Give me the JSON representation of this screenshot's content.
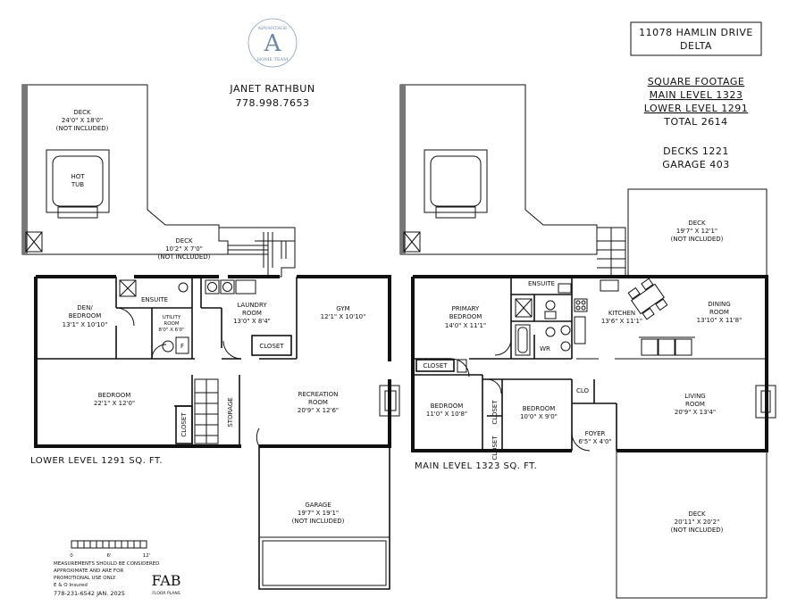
{
  "header": {
    "agent_name": "JANET RATHBUN",
    "agent_phone": "778.998.7653",
    "address_line1": "11078 HAMLIN DRIVE",
    "address_line2": "DELTA"
  },
  "footage": {
    "heading": "SQUARE FOOTAGE",
    "main": "MAIN LEVEL 1323",
    "lower": "LOWER LEVEL 1291",
    "total": "TOTAL 2614",
    "decks": "DECKS 1221",
    "garage": "GARAGE 403"
  },
  "logo": {
    "letter": "A",
    "top_text": "ADVANTAGE",
    "bottom_text": "HOME TEAM"
  },
  "lower_level": {
    "caption": "LOWER LEVEL 1291 SQ. FT.",
    "rooms": {
      "deck_big": {
        "name": "DECK",
        "dims": "24'0\" X 18'0\"",
        "note": "(NOT INCLUDED)"
      },
      "hot_tub": {
        "line1": "HOT",
        "line2": "TUB"
      },
      "deck_small": {
        "name": "DECK",
        "dims": "10'2\" X 7'0\"",
        "note": "(NOT INCLUDED)"
      },
      "den": {
        "line1": "DEN/",
        "line2": "BEDROOM",
        "dims": "13'1\" X 10'10\""
      },
      "ensuite": "ENSUITE",
      "utility": {
        "line1": "UTILITY",
        "line2": "ROOM",
        "dims": "8'0\" X 6'0\""
      },
      "utility_f": "F",
      "laundry": {
        "name": "LAUNDRY",
        "line2": "ROOM",
        "dims": "13'0\" X 8'4\""
      },
      "closet": "CLOSET",
      "gym": {
        "name": "GYM",
        "dims": "12'1\" X 10'10\""
      },
      "bedroom": {
        "name": "BEDROOM",
        "dims": "22'1\" X 12'0\""
      },
      "closet_v": "CLOSET",
      "storage": "STORAGE",
      "recreation": {
        "name": "RECREATION",
        "line2": "ROOM",
        "dims": "20'9\" X 12'6\""
      },
      "garage": {
        "name": "GARAGE",
        "dims": "19'7\" X 19'1\"",
        "note": "(NOT INCLUDED)"
      }
    }
  },
  "main_level": {
    "caption": "MAIN LEVEL 1323 SQ. FT.",
    "rooms": {
      "deck_top": {
        "name": "DECK",
        "dims": "19'7\" X 12'1\"",
        "note": "(NOT INCLUDED)"
      },
      "primary": {
        "line1": "PRIMARY",
        "line2": "BEDROOM",
        "dims": "14'0\" X 11'1\""
      },
      "ensuite": "ENSUITE",
      "wr": "WR",
      "kitchen": {
        "name": "KITCHEN",
        "dims": "13'6\" X 11'1\""
      },
      "dining": {
        "name": "DINING",
        "line2": "ROOM",
        "dims": "13'10\" X 11'8\""
      },
      "closet_h": "CLOSET",
      "bedroom1": {
        "name": "BEDROOM",
        "dims": "11'0\" X 10'8\""
      },
      "closet_v1": "CLOSET",
      "closet_v2": "CLOSET",
      "bedroom2": {
        "name": "BEDROOM",
        "dims": "10'0\" X 9'0\""
      },
      "clo": "CLO",
      "foyer": {
        "name": "FOYER",
        "dims": "6'5\" X 4'0\""
      },
      "living": {
        "name": "LIVING",
        "line2": "ROOM",
        "dims": "20'9\" X 13'4\""
      },
      "deck_bottom": {
        "name": "DECK",
        "dims": "20'11\" X 20'2\"",
        "note": "(NOT INCLUDED)"
      }
    }
  },
  "footer": {
    "scale_0": "0",
    "scale_6": "6'",
    "scale_12": "12'",
    "disclaimer1": "MEASUREMENTS SHOULD BE CONSIDERED",
    "disclaimer2": "APPROXIMATE AND ARE FOR",
    "disclaimer3": "PROMOTIONAL USE ONLY.",
    "insured": "E & O Insured",
    "contact": "778-231-6542  JAN. 2025",
    "brand": "FAB",
    "brand_sub": "FLOOR PLANS"
  }
}
